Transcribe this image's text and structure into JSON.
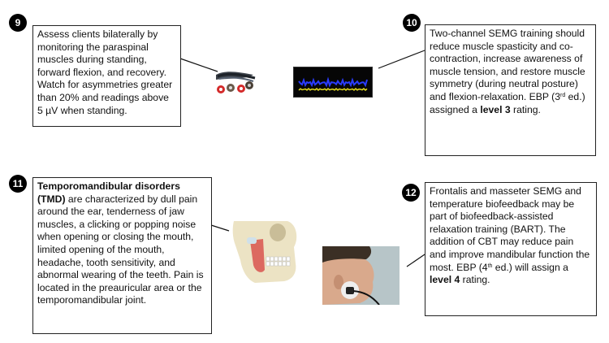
{
  "panels": [
    {
      "number": "9",
      "text": "Assess clients bilaterally by monitoring the paraspinal muscles during standing, forward flexion, and recovery. Watch for asymmetries greater than 20% and readings above 5 µV when standing."
    },
    {
      "number": "10",
      "text_a": "Two-channel SEMG training should reduce muscle spasticity and co-contraction, increase awareness of muscle tension, and restore muscle symmetry (during neutral posture) and flexion-relaxation. EBP (3",
      "sup": "rd",
      "text_b": " ed.) assigned a ",
      "bold": "level 3",
      "text_c": " rating."
    },
    {
      "number": "11",
      "bold": "Temporomandibular disorders (TMD)",
      "text": " are characterized by dull pain around the ear, tenderness of jaw muscles, a clicking or popping noise when opening or closing the mouth, limited opening of the mouth, headache, tooth sensitivity, and abnormal wearing of the teeth. Pain is located in the preauricular area or the temporomandibular joint."
    },
    {
      "number": "12",
      "text_a": "Frontalis and masseter SEMG and temperature biofeedback may be part of biofeedback-assisted relaxation training (BART). The addition of CBT may reduce pain and improve mandibular function the most. EBP (4",
      "sup": "th",
      "text_b": " ed.) will assign a ",
      "bold": "level 4",
      "text_c": " rating."
    }
  ],
  "images": {
    "electrodes": "semg-electrode-leads",
    "emg_trace": "emg-signal-display",
    "skull": "skull-tmj-masseter",
    "face": "face-masseter-sensor"
  },
  "colors": {
    "emg_blue": "#2a3cff",
    "emg_yellow": "#e8e020",
    "muscle_red": "#d9534f"
  }
}
